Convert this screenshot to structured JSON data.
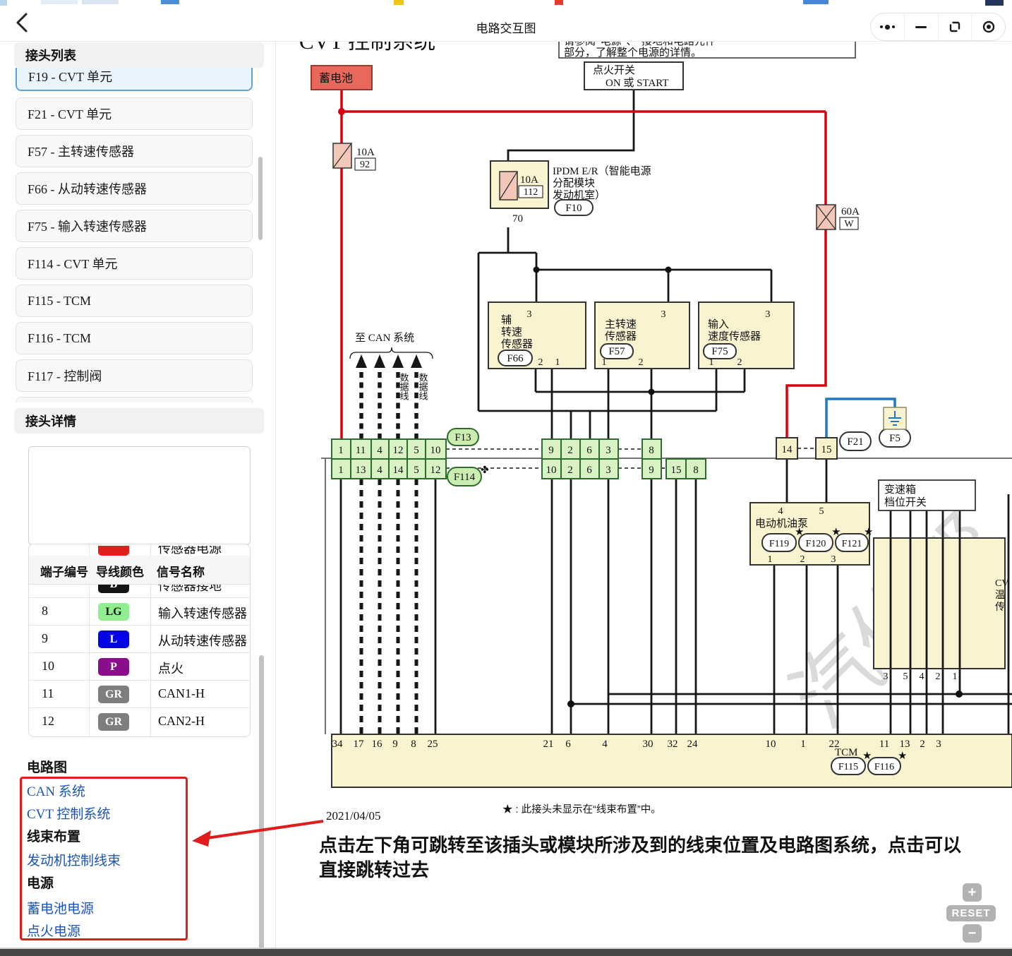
{
  "topbar": {
    "title": "电路交互图"
  },
  "sidebar": {
    "list_header": "接头列表",
    "items": [
      "F19 - CVT 单元",
      "F21 - CVT 单元",
      "F57 - 主转速传感器",
      "F66 - 从动转速传感器",
      "F75 - 输入转速传感器",
      "F114 - CVT 单元",
      "F115 - TCM",
      "F116 - TCM",
      "F117 - 控制阀"
    ],
    "detail_header": "接头详情",
    "table": {
      "headers": [
        "端子编号",
        "导线颜色",
        "信号名称"
      ],
      "partial_above": {
        "signal": "传感器电源",
        "chip_style": "background:#e0201c;color:#fff"
      },
      "partial_row": {
        "code": "B",
        "signal": "传感器接地",
        "chip_style": "background:#141414;color:#fff"
      },
      "rows": [
        {
          "terminal": "8",
          "code": "LG",
          "signal": "输入转速传感器",
          "chip_style": "background:#90EE90;color:#111"
        },
        {
          "terminal": "9",
          "code": "L",
          "signal": "从动转速传感器",
          "chip_style": "background:#0504E8;color:#fff"
        },
        {
          "terminal": "10",
          "code": "P",
          "signal": "点火",
          "chip_style": "background:#8A0D8A;color:#fff"
        },
        {
          "terminal": "11",
          "code": "GR",
          "signal": "CAN1-H",
          "chip_style": "background:#7E7E7E;color:#fff"
        },
        {
          "terminal": "12",
          "code": "GR",
          "signal": "CAN2-H",
          "chip_style": "background:#7E7E7E;color:#fff"
        }
      ]
    },
    "circuits_header": "电路图",
    "link_can": "CAN 系统",
    "link_cvt": "CVT 控制系统",
    "group_harness": "线束布置",
    "link_engine_harness": "发动机控制线束",
    "group_power": "电源",
    "link_battery_power": "蓄电池电源",
    "link_ignition_power": "点火电源"
  },
  "zoom_controls": {
    "plus": "+",
    "reset": "RESET",
    "minus": "−"
  },
  "annotation": {
    "date": "2021/04/05",
    "star_note": "★ : 此接头未显示在“线束布置”中。",
    "line1": "点击左下角可跳转至该插头或模块所涉及到的线束位置及电路图系统，点击可以",
    "line2": "直接跳转过去"
  },
  "diagram": {
    "title": "CVT 控制系统",
    "note1": "请参阅“电源”、“接地和电路元件”",
    "note2": "部分，了解整个电源的详情。",
    "battery": "蓄电池",
    "ign1": "点火开关",
    "ign2": "ON 或 START",
    "f1a": "10A",
    "f1n": "92",
    "f2a": "10A",
    "f2n": "112",
    "f2o": "70",
    "ipdm1": "IPDM E/R（智能电源",
    "ipdm2": "分配模块",
    "ipdm3": "发动机室）",
    "f10": "F10",
    "f60a": "60A",
    "f60n": "W",
    "can": "至 CAN 系统",
    "dl1": "数据线",
    "dl2": "数据线",
    "s1l1": "辅",
    "s1l2": "转速",
    "s1l3": "传感器",
    "s1": "F66",
    "s1p3": "3",
    "s1p2": "2",
    "s1p1": "1",
    "s2l1": "主转速",
    "s2l2": "传感器",
    "s2": "F57",
    "s2p3": "3",
    "s2p1": "1",
    "s2p2": "2",
    "s3l1": "输入",
    "s3l2": "速度传感器",
    "s3": "F75",
    "s3p3": "3",
    "s3p1": "1",
    "s3p2": "2",
    "f13": "F13",
    "f114": "F114",
    "clover": "✤",
    "lc_top": [
      "1",
      "11",
      "4",
      "12",
      "5",
      "10"
    ],
    "lc_bot": [
      "1",
      "13",
      "4",
      "14",
      "5",
      "12"
    ],
    "mc_top": [
      "9",
      "2",
      "6",
      "3"
    ],
    "mc_bot": [
      "10",
      "2",
      "6",
      "3"
    ],
    "c8": "8",
    "c9": "9",
    "c15": "15",
    "c8b": "8",
    "c14": "14",
    "c15b": "15",
    "f21": "F21",
    "f5": "F5",
    "pump": "电动机油泵",
    "f119": "F119",
    "f120": "F120",
    "f121": "F121",
    "pp4": "4",
    "pp5": "5",
    "pp1": "1",
    "pp2": "2",
    "pp3": "3",
    "star": "★",
    "comma": "，",
    "gb1": "变速箱",
    "gb2": "档位开关",
    "cvt1": "CV",
    "cvt2": "温",
    "cvt3": "传",
    "cvp": [
      "3",
      "5",
      "4",
      "2",
      "1"
    ],
    "tcm": "TCM",
    "f115": "F115",
    "f116": "F116",
    "tcm_pins": [
      "34",
      "17",
      "16",
      "9",
      "8",
      "25",
      "21",
      "6",
      "4",
      "30",
      "32",
      "24",
      "10",
      "1",
      "22",
      "11",
      "13",
      "2",
      "3"
    ]
  }
}
